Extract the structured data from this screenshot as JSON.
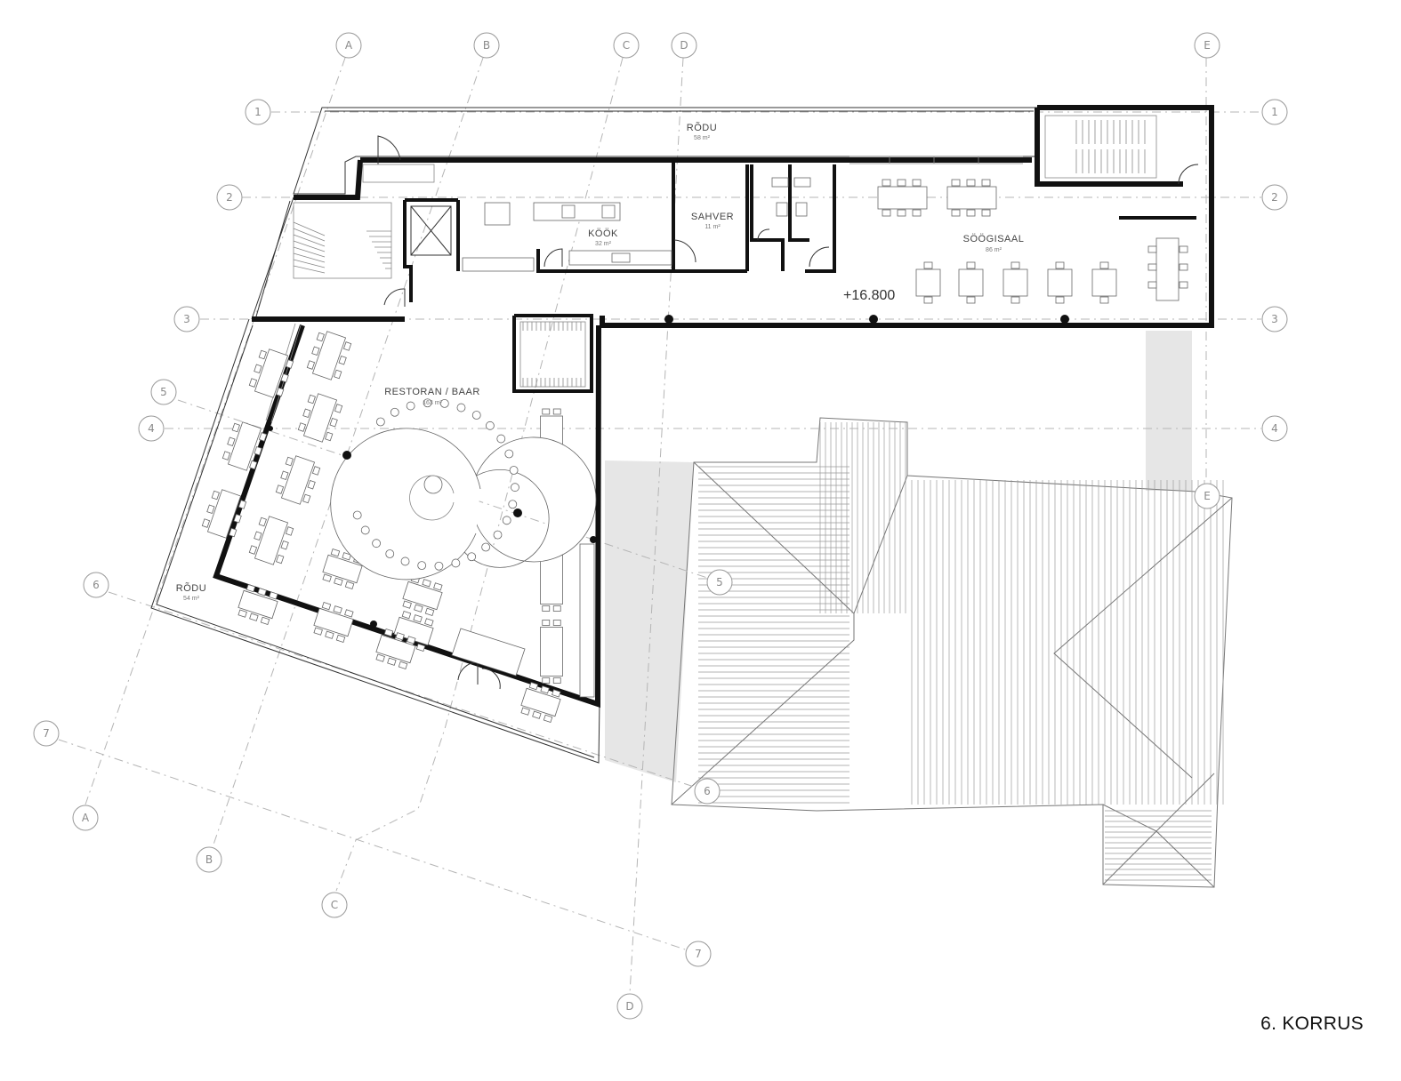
{
  "drawing": {
    "floor_title": "6. KORRUS",
    "level_mark": "+16.800"
  },
  "grid_axes": {
    "top_letters": [
      "A",
      "B",
      "C",
      "D",
      "E"
    ],
    "bottom_letters": [
      "A",
      "B",
      "C",
      "D"
    ],
    "right_letter_mid": "E",
    "left_numbers": [
      "1",
      "2",
      "3",
      "5",
      "4",
      "6",
      "7"
    ],
    "right_numbers": [
      "1",
      "2",
      "3",
      "4"
    ],
    "inner_numbers": [
      "5",
      "6",
      "7"
    ]
  },
  "rooms": {
    "terrace_north": {
      "name": "RÕDU",
      "area": "58 m²"
    },
    "kitchen": {
      "name": "KÖÖK",
      "area": "32 m²"
    },
    "pantry": {
      "name": "SAHVER",
      "area": "11 m²"
    },
    "dining_hall": {
      "name": "SÖÖGISAAL",
      "area": "86 m²"
    },
    "restaurant_bar": {
      "name": "RESTORAN / BAAR",
      "area": "163 m²"
    },
    "terrace_west": {
      "name": "RÕDU",
      "area": "54 m²"
    }
  }
}
